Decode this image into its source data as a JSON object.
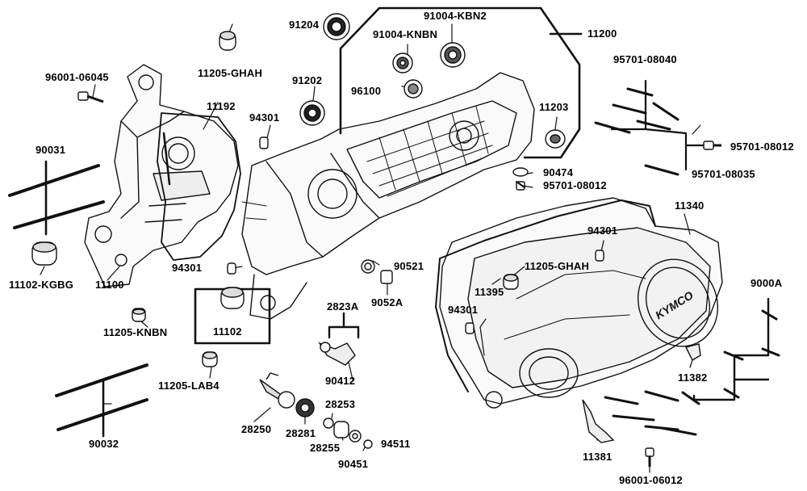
{
  "diagram": {
    "brand_mark": "KYMCO",
    "part_labels": {
      "p91204": "91204",
      "p91004_kbn2": "91004-KBN2",
      "p91004_knbn": "91004-KNBN",
      "p11200": "11200",
      "p11205_ghah_top": "11205-GHAH",
      "p96001_06045": "96001-06045",
      "p91202": "91202",
      "p96100": "96100",
      "p11203": "11203",
      "p95701_08040": "95701-08040",
      "p11192": "11192",
      "p94301_top": "94301",
      "p95701_08012_right": "95701-08012",
      "p90031": "90031",
      "p90474": "90474",
      "p95701_08012_mid": "95701-08012",
      "p95701_08035": "95701-08035",
      "p11340": "11340",
      "p94301_right": "94301",
      "p11102_kgbg": "11102-KGBG",
      "p11100": "11100",
      "p94301_left": "94301",
      "p90521": "90521",
      "p11205_ghah_mid": "11205-GHAH",
      "p11395": "11395",
      "p9000a": "9000A",
      "p9052a": "9052A",
      "p2823a": "2823A",
      "p94301_low": "94301",
      "p11205_knbn": "11205-KNBN",
      "p11102": "11102",
      "p11205_lab4": "11205-LAB4",
      "p90412": "90412",
      "p11382": "11382",
      "p28253": "28253",
      "p28250": "28250",
      "p28281": "28281",
      "p28255": "28255",
      "p94511": "94511",
      "p90451": "90451",
      "p90032": "90032",
      "p11381": "11381",
      "p96001_06012": "96001-06012"
    }
  }
}
